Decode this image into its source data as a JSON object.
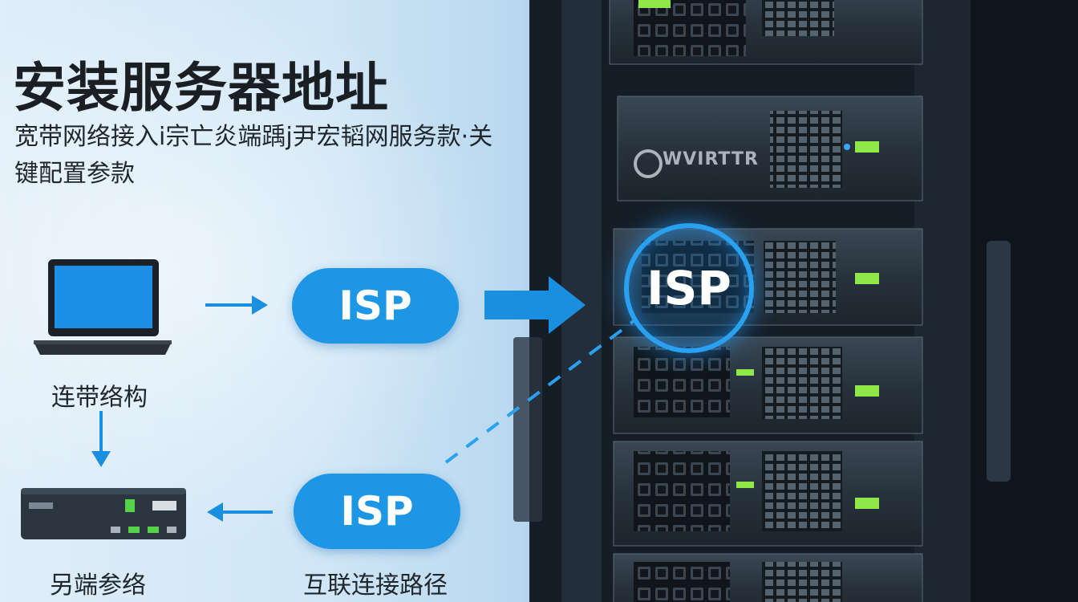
{
  "title": "安装服务器地址",
  "subtitle": "宽带网络接入i宗亡炎端踽j尹宏韬网服务款·关键配置参款",
  "labels": {
    "laptop": "连带络构",
    "router": "另端参络",
    "path": "互联连接路径"
  },
  "isp": {
    "top": "ISP",
    "bottom": "ISP",
    "rack": "ISP"
  },
  "rack_brand": "WVIRTTR",
  "colors": {
    "accent": "#1e96e6",
    "arrow": "#1a8fe0",
    "rack_dark": "#1b252e",
    "led_green": "#8ee84a"
  }
}
